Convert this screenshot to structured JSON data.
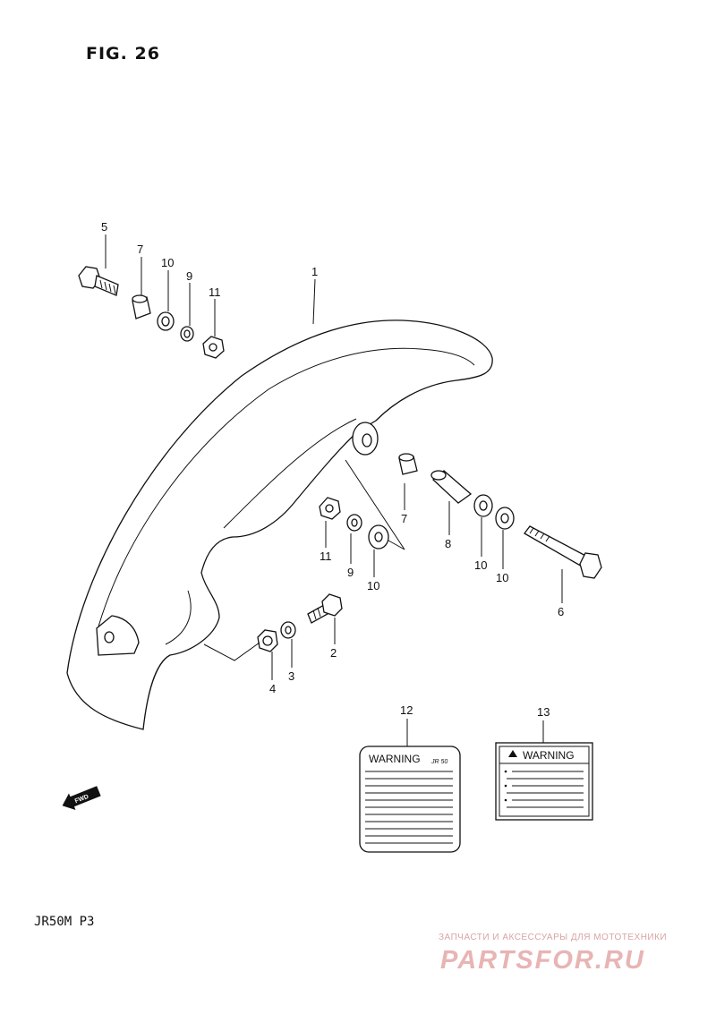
{
  "figure_title": "FIG. 26",
  "model_code": "JR50M P3",
  "callouts": {
    "c1": "1",
    "c2": "2",
    "c3": "3",
    "c4": "4",
    "c5": "5",
    "c6": "6",
    "c7a": "7",
    "c7b": "7",
    "c8": "8",
    "c9a": "9",
    "c9b": "9",
    "c10a": "10",
    "c10b": "10",
    "c10c": "10",
    "c10d": "10",
    "c11a": "11",
    "c11b": "11",
    "c12": "12",
    "c13": "13"
  },
  "labels": {
    "label12_title": "WARNING",
    "label12_badge": "JR 50",
    "label13_title": "WARNING"
  },
  "fwd_arrow": {
    "text": "FWD",
    "icon": "arrow-left-icon"
  },
  "watermark": {
    "top_text": "ЗАПЧАСТИ И АКСЕССУАРЫ ДЛЯ МОТОТЕХНИКИ",
    "main_text": "PARTSFOR.RU",
    "color": "#e8b4b4"
  }
}
